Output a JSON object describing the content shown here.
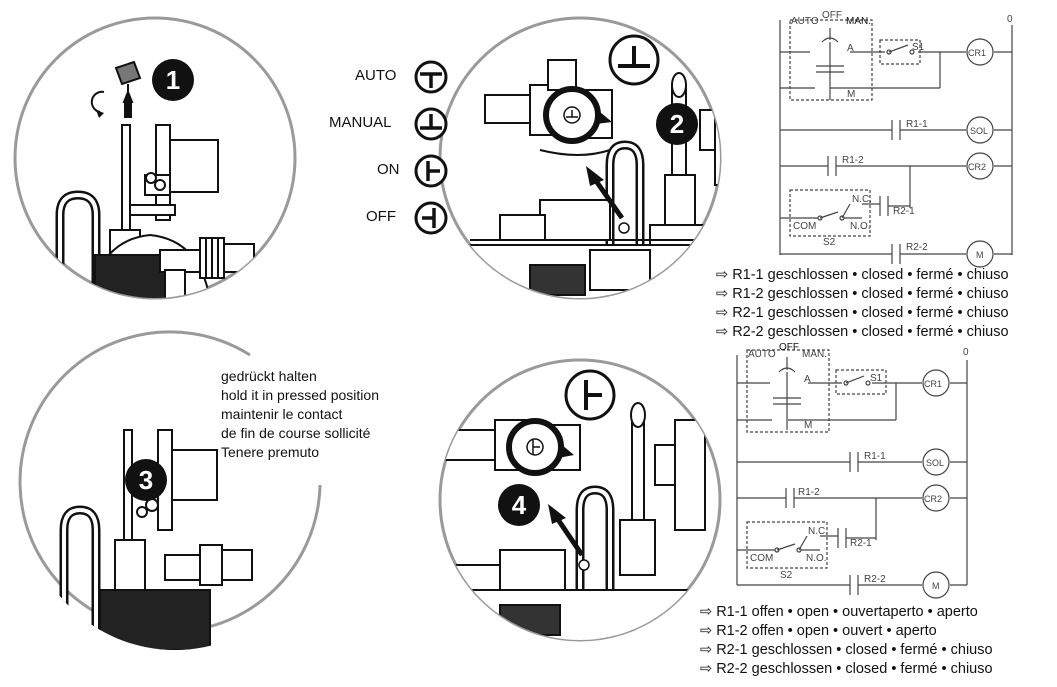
{
  "mode_legend": [
    {
      "label": "AUTO",
      "icon": "auto-mode-icon"
    },
    {
      "label": "MANUAL",
      "icon": "manual-mode-icon"
    },
    {
      "label": "ON",
      "icon": "on-mode-icon"
    },
    {
      "label": "OFF",
      "icon": "off-mode-icon"
    }
  ],
  "steps": [
    "1",
    "2",
    "3",
    "4"
  ],
  "hold_note": [
    "gedrückt halten",
    "hold it in pressed position",
    "maintenir le contact",
    "de fin de course sollicité",
    "Tenere premuto"
  ],
  "schematic": {
    "selector": {
      "auto": "AUTO",
      "off": "OFF",
      "man": "MAN.",
      "a": "A",
      "m": "M"
    },
    "s1": "S1",
    "s2": "S2",
    "rail_zero": "0",
    "nc": "N.C.",
    "no": "N.O.",
    "com": "COM",
    "coils": {
      "cr1": "CR1",
      "sol": "SOL",
      "cr2": "CR2",
      "m": "M"
    },
    "contacts": {
      "r1_1": "R1-1",
      "r1_2": "R1-2",
      "r2_1": "R2-1",
      "r2_2": "R2-2"
    }
  },
  "status_top": [
    {
      "arrow": "⇨",
      "text": "R1-1  geschlossen • closed • fermé • chiuso"
    },
    {
      "arrow": "⇨",
      "text": "R1-2  geschlossen • closed • fermé • chiuso"
    },
    {
      "arrow": "⇨",
      "text": "R2-1  geschlossen • closed • fermé • chiuso"
    },
    {
      "arrow": "⇨",
      "text": "R2-2  geschlossen • closed • fermé • chiuso"
    }
  ],
  "status_bottom": [
    {
      "arrow": "⇨",
      "text": "R1-1  offen • open • ouvertaperto • aperto"
    },
    {
      "arrow": "⇨",
      "text": "R1-2  offen • open • ouvert • aperto"
    },
    {
      "arrow": "⇨",
      "text": "R2-1  geschlossen • closed • fermé • chiuso"
    },
    {
      "arrow": "⇨",
      "text": "R2-2  geschlossen • closed • fermé • chiuso"
    }
  ]
}
